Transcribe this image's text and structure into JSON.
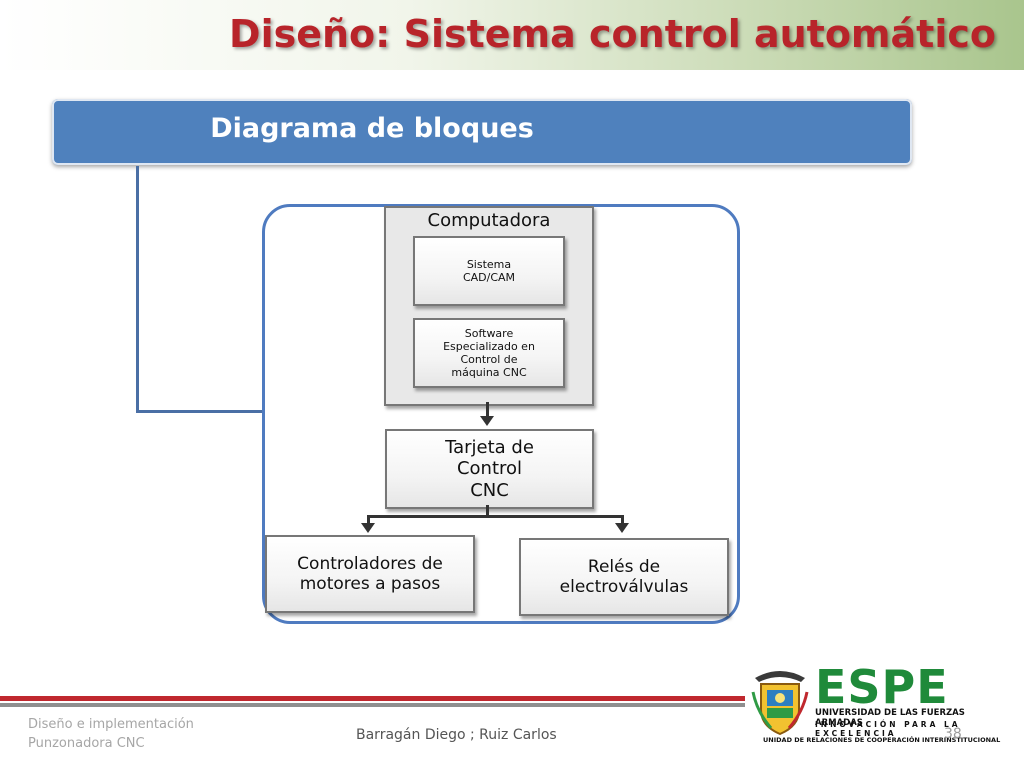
{
  "slide": {
    "title": "Diseño: Sistema control automático",
    "section_title": "Diagrama de bloques"
  },
  "diagram": {
    "computer_label": "Computadora",
    "cad_cam_label": "Sistema\nCAD/CAM",
    "software_label": "Software\nEspecializado en\nControl de\nmáquina CNC",
    "control_card_label": "Tarjeta de\nControl\nCNC",
    "motor_drivers_label": "Controladores de\nmotores a pasos",
    "relays_label": "Relés de\nelectroválvulas"
  },
  "footer": {
    "left_line1": "Diseño e implementación",
    "left_line2": "Punzonadora CNC",
    "authors": "Barragán Diego ; Ruiz Carlos",
    "page_number": "38"
  },
  "logo": {
    "name": "ESPE",
    "line1": "UNIVERSIDAD DE LAS FUERZAS ARMADAS",
    "line2": "INNOVACIÓN PARA LA EXCELENCIA",
    "line3": "UNIDAD DE RELACIONES DE COOPERACIÓN INTERINSTITUCIONAL"
  },
  "colors": {
    "title": "#b8242a",
    "accent_blue": "#4f81bd",
    "brand_green": "#1f8a3a"
  }
}
